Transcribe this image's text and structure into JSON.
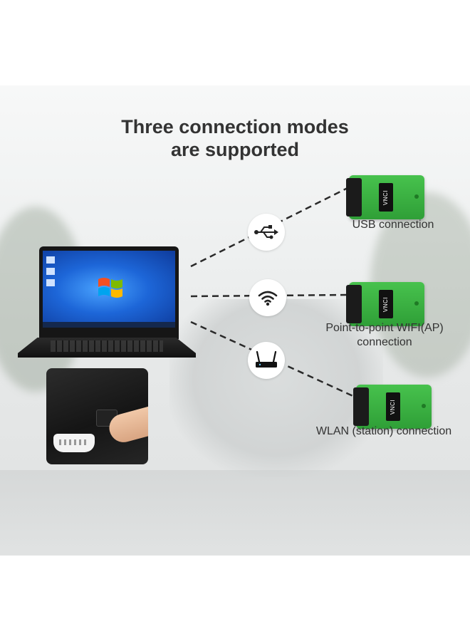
{
  "title": {
    "line1": "Three connection modes",
    "line2": "are supported"
  },
  "connections": [
    {
      "icon": "usb-icon",
      "label": "USB connection"
    },
    {
      "icon": "wifi-icon",
      "label_line1": "Point-to-point WIFI(AP)",
      "label_line2": "connection"
    },
    {
      "icon": "router-icon",
      "label": "WLAN (station) connection"
    }
  ],
  "device": {
    "logo_text": "VNCI",
    "color": "#36ad3c"
  },
  "colors": {
    "title": "#333333",
    "caption": "#333333",
    "link_line": "#2a2a2a"
  }
}
